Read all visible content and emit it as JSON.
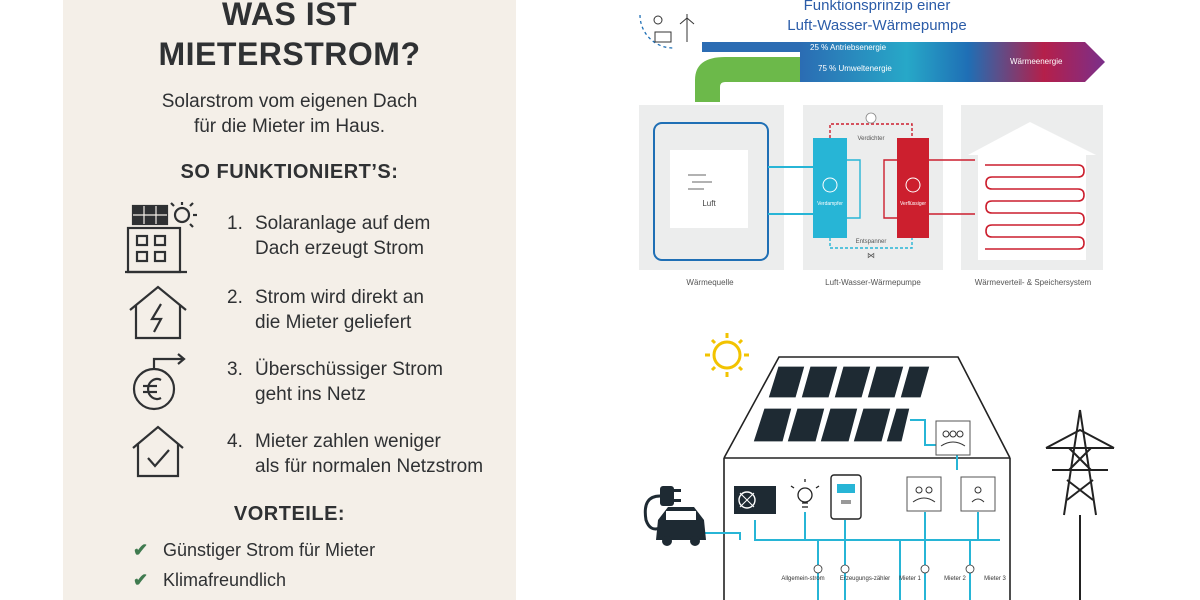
{
  "infographic": {
    "title_line1": "WAS IST",
    "title_line2": "MIETERSTROM?",
    "subtitle_line1": "Solarstrom vom eigenen Dach",
    "subtitle_line2": "für die Mieter im Haus.",
    "how_heading": "SO FUNKTIONIERT’S:",
    "steps": [
      {
        "num": "1.",
        "line1": "Solaranlage auf dem",
        "line2": "Dach erzeugt Strom",
        "icon": "solar-building-icon"
      },
      {
        "num": "2.",
        "line1": "Strom wird direkt an",
        "line2": "die Mieter geliefert",
        "icon": "house-lightning-icon"
      },
      {
        "num": "3.",
        "line1": "Überschüssiger Strom",
        "line2": "geht ins Netz",
        "icon": "euro-coin-arrow-icon"
      },
      {
        "num": "4.",
        "line1": "Mieter zahlen weniger",
        "line2": "als für normalen Netzstrom",
        "icon": "house-checkmark-icon"
      }
    ],
    "benefits_heading": "VORTEILE:",
    "benefits": [
      "Günstiger Strom für Mieter",
      "Klimafreundlich"
    ]
  },
  "heat_pump": {
    "title_line1": "Funktionsprinzip einer",
    "title_line2": "Luft-Wasser-Wärmepumpe",
    "arrow_drive": "25 % Antriebsenergie",
    "arrow_env": "75 % Umweltenergie",
    "arrow_heat": "Wärmeenergie",
    "source_box": "Luft",
    "label_source": "Wärmequelle",
    "label_pump": "Luft-Wasser-Wärmepumpe",
    "label_storage": "Wärmeverteil- & Speichersystem",
    "compressor": "Verdichter",
    "evaporator": "Verdampfer",
    "condenser": "Verflüssiger",
    "expansion": "Entspanner"
  },
  "house_diagram": {
    "meter_labels": [
      "Allgemein-strom",
      "Erzeugungs-zähler",
      "Mieter 1",
      "Mieter 2",
      "Mieter 3"
    ]
  },
  "colors": {
    "panel_bg": "#f4efe8",
    "text": "#2f3133",
    "check": "#3f7a4f",
    "cyan": "#27b5d6",
    "red": "#cc1f2e",
    "arrow_blue": "#2b6cb3",
    "arrow_green": "#6cb94a"
  }
}
